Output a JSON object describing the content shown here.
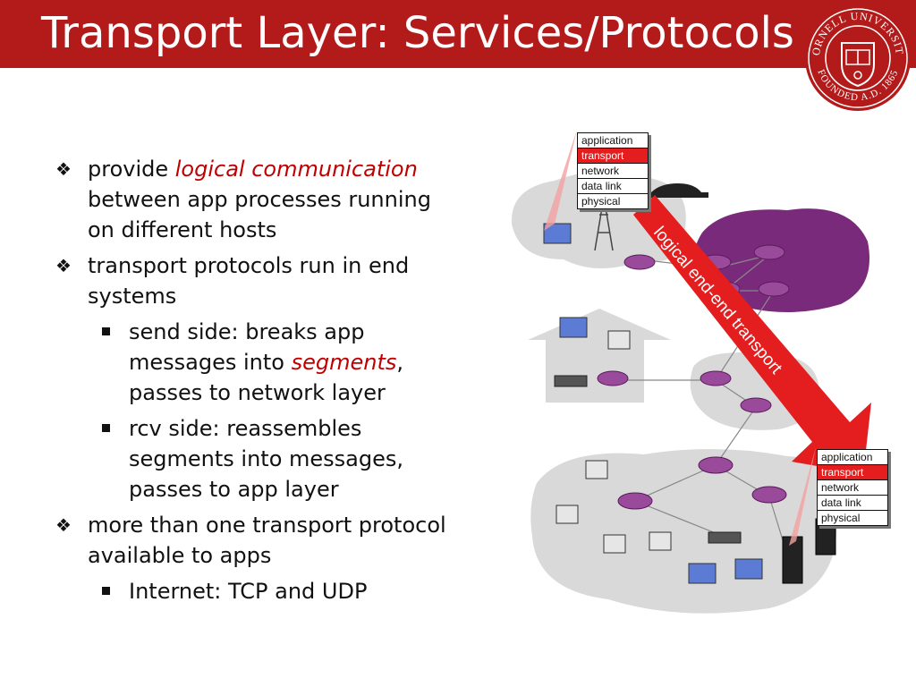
{
  "title": "Transport Layer: Services/Protocols",
  "logo": {
    "text_top": "CORNELL UNIVERSITY",
    "text_bottom": "FOUNDED A.D. 1865",
    "color": "#b31b1b"
  },
  "bullets": {
    "b1": {
      "pre": "provide ",
      "em": "logical communication",
      "post": "between app processes running on different hosts"
    },
    "b2": {
      "text": "transport protocols run in end systems"
    },
    "b2a": {
      "pre": "send side: breaks app messages into ",
      "em": "segments",
      "post": ", passes to  network layer"
    },
    "b2b": {
      "text": "rcv side: reassembles segments into messages, passes to app layer"
    },
    "b3": {
      "text": "more than one transport protocol available to apps"
    },
    "b3a": {
      "text": "Internet: TCP and UDP"
    }
  },
  "diagram": {
    "stack_top": [
      "application",
      "transport",
      "network",
      "data link",
      "physical"
    ],
    "stack_bottom": [
      "application",
      "transport",
      "network",
      "data link",
      "physical"
    ],
    "arrow_label": "logical end-end transport",
    "arrow_color": "#e41e1e"
  }
}
